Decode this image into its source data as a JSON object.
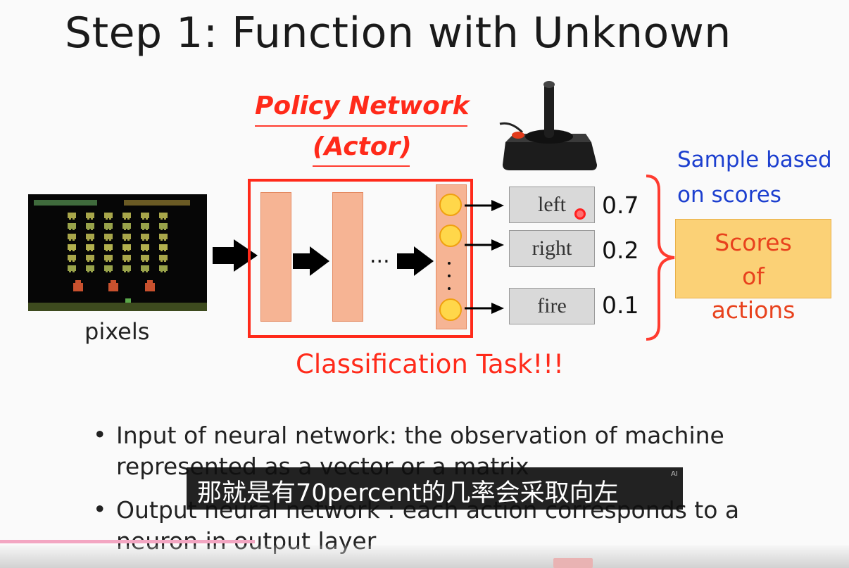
{
  "title": "Step 1: Function with Unknown",
  "policy": {
    "line1": "Policy Network",
    "line2": "(Actor)"
  },
  "input_label": "pixels",
  "ellipsis": "...",
  "actions": [
    {
      "label": "left",
      "score": "0.7"
    },
    {
      "label": "right",
      "score": "0.2"
    },
    {
      "label": "fire",
      "score": "0.1"
    }
  ],
  "sample_text": "Sample based on scores",
  "scores_box": "Scores of actions",
  "classification": "Classification Task!!!",
  "bullets": [
    {
      "line1": "Input of neural network: the observation of machine",
      "line2": "represented as a vector or a matrix"
    },
    {
      "line1": "Output neural network : each action corresponds to a",
      "line2": "neuron in output layer"
    }
  ],
  "subtitle": "那就是有70percent的几率会采取向左",
  "ai_badge": "AI",
  "video_progress": 0.3,
  "colors": {
    "accent_red": "#ff2a1a",
    "blue_text": "#1c3fcf",
    "layer_fill": "#f6b494",
    "neuron_fill": "#ffd74a",
    "score_box_fill": "#fbd176"
  }
}
